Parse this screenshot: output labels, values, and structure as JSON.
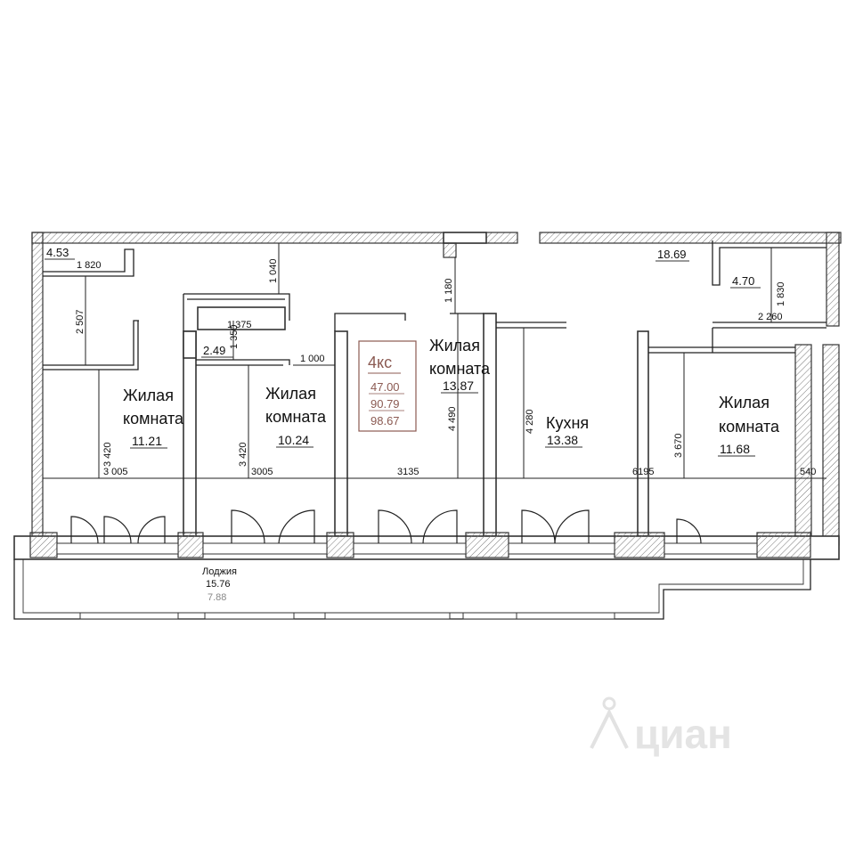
{
  "rooms": {
    "living_1": {
      "name_line1": "Жилая",
      "name_line2": "комната",
      "area": "11.21"
    },
    "living_2": {
      "name_line1": "Жилая",
      "name_line2": "комната",
      "area": "10.24"
    },
    "living_3": {
      "name_line1": "Жилая",
      "name_line2": "комната",
      "area": "13.87"
    },
    "kitchen": {
      "name": "Кухня",
      "area": "13.38"
    },
    "living_4": {
      "name_line1": "Жилая",
      "name_line2": "комната",
      "area": "11.68"
    },
    "loggia": {
      "name": "Лоджия",
      "area": "15.76",
      "reduced_area": "7.88"
    }
  },
  "small_areas": {
    "a1": "4.53",
    "a2": "2.49",
    "a3": "18.69",
    "a4": "4.70"
  },
  "apartment": {
    "type": "4кс",
    "living_area": "47.00",
    "total_area": "90.79",
    "area_with_loggia": "98.67"
  },
  "dimensions": {
    "d1": "1 820",
    "d2": "2 507",
    "d3": "1 040",
    "d4": "1 375",
    "d5": "1 350",
    "d6": "1 000",
    "d7": "1 180",
    "d8": "1 830",
    "d9": "2 260",
    "d10": "3 420",
    "d11": "3 420",
    "d12": "4 490",
    "d13": "4 280",
    "d14": "3 670",
    "d15": "3 005",
    "d16": "3005",
    "d17": "3135",
    "d18": "6195",
    "d19": "540"
  },
  "watermark": "циан"
}
